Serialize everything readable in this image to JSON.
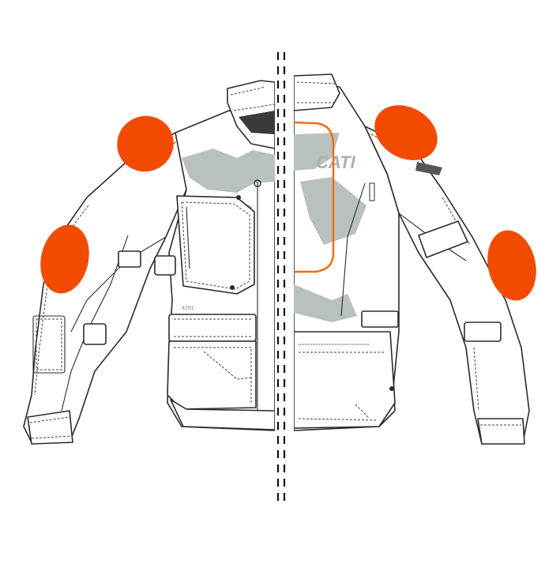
{
  "jacket": {
    "chest_logo_text": "CATI",
    "pocket_label": "4291",
    "view_left": "front",
    "view_right": "inside"
  },
  "colors": {
    "protector": "#f24b00",
    "back_protector_outline": "#f26a10",
    "camo": "#b9c1be",
    "outline": "#2b2b2b",
    "divider": "#111111",
    "background": "#ffffff"
  },
  "protectors": [
    {
      "name": "left-shoulder-protector"
    },
    {
      "name": "left-elbow-protector"
    },
    {
      "name": "right-shoulder-protector"
    },
    {
      "name": "right-elbow-protector"
    },
    {
      "name": "back-protector-pocket"
    }
  ]
}
